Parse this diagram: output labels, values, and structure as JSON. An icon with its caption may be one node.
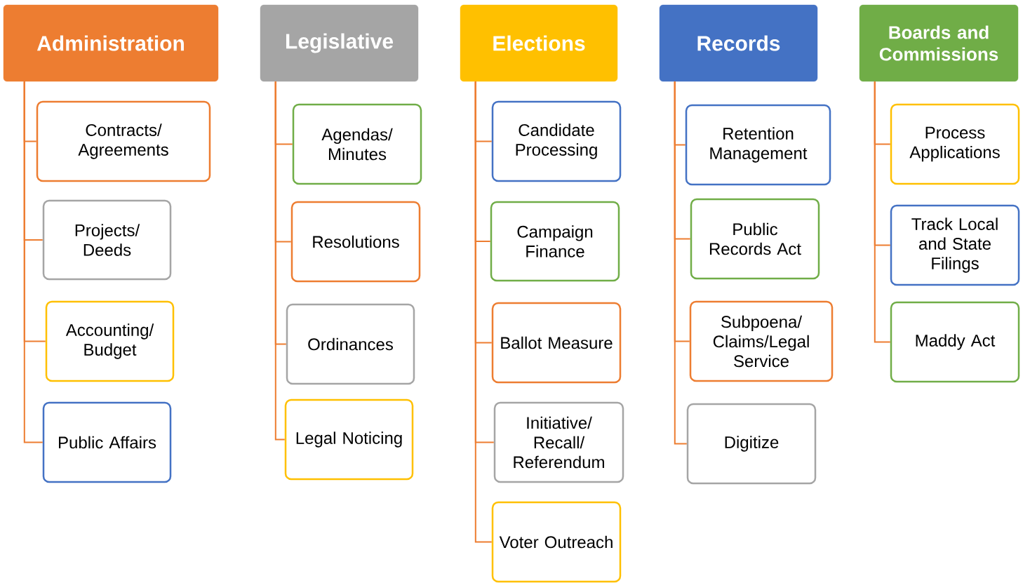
{
  "diagram": {
    "nodes": [
      {
        "text": [
          "Administration"
        ]
      },
      {
        "text": [
          "Contracts/ Agreements"
        ]
      },
      {
        "text": [
          "Projects/ Deeds"
        ]
      },
      {
        "text": [
          "Accounting/ Budget"
        ]
      },
      {
        "text": [
          "Public Affairs"
        ]
      },
      {
        "text": [
          "Legislative"
        ]
      },
      {
        "text": [
          "Agendas/ Minutes"
        ]
      },
      {
        "text": [
          "Resolutions"
        ]
      },
      {
        "text": [
          "Ordinances"
        ]
      },
      {
        "text": [
          "Legal Noticing"
        ]
      },
      {
        "text": [
          "Elections"
        ]
      },
      {
        "text": [
          "Candidate Processing"
        ]
      },
      {
        "text": [
          "Campaign Finance"
        ]
      },
      {
        "text": [
          "Ballot Measure"
        ]
      },
      {
        "text": [
          "Initiative/ Recall/ Referendum"
        ]
      },
      {
        "text": [
          "Voter Outreach"
        ]
      },
      {
        "text": [
          "Records"
        ]
      },
      {
        "text": [
          "Retention Management"
        ]
      },
      {
        "text": [
          "Public Records Act"
        ]
      },
      {
        "text": [
          "Subpoena/ Claims/Legal Service"
        ]
      },
      {
        "text": [
          "Digitize"
        ]
      },
      {
        "text": [
          "Boards and Commissions"
        ]
      },
      {
        "text": [
          "Process Applications"
        ]
      },
      {
        "text": [
          "Track Local and State Filings"
        ]
      },
      {
        "text": [
          "Maddy Act"
        ]
      }
    ],
    "edges": [
      {
        "from": 0,
        "to": 1,
        "arrow": "none"
      },
      {
        "from": 0,
        "to": 2,
        "arrow": "none"
      },
      {
        "from": 0,
        "to": 3,
        "arrow": "none"
      },
      {
        "from": 0,
        "to": 4,
        "arrow": "none"
      },
      {
        "from": 5,
        "to": 6,
        "arrow": "none"
      },
      {
        "from": 5,
        "to": 7,
        "arrow": "none"
      },
      {
        "from": 5,
        "to": 8,
        "arrow": "none"
      },
      {
        "from": 5,
        "to": 9,
        "arrow": "none"
      },
      {
        "from": 10,
        "to": 11,
        "arrow": "none"
      },
      {
        "from": 10,
        "to": 12,
        "arrow": "none"
      },
      {
        "from": 10,
        "to": 13,
        "arrow": "none"
      },
      {
        "from": 10,
        "to": 14,
        "arrow": "none"
      },
      {
        "from": 10,
        "to": 15,
        "arrow": "none"
      },
      {
        "from": 16,
        "to": 17,
        "arrow": "none"
      },
      {
        "from": 16,
        "to": 18,
        "arrow": "none"
      },
      {
        "from": 16,
        "to": 19,
        "arrow": "none"
      },
      {
        "from": 16,
        "to": 20,
        "arrow": "none"
      },
      {
        "from": 21,
        "to": 22,
        "arrow": "none"
      },
      {
        "from": 21,
        "to": 23,
        "arrow": "none"
      },
      {
        "from": 21,
        "to": 24,
        "arrow": "none"
      }
    ]
  }
}
